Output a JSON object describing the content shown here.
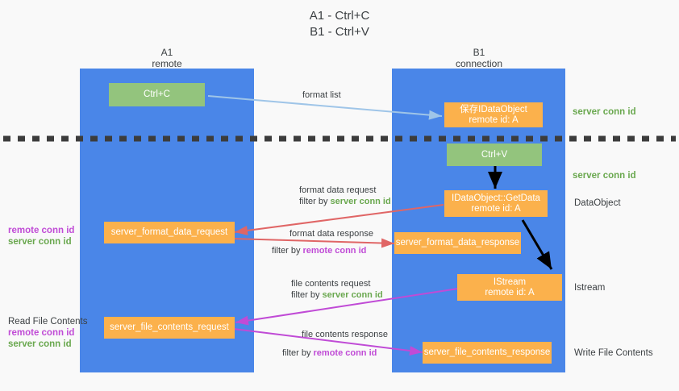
{
  "title": {
    "line1": "A1 - Ctrl+C",
    "line2": "B1 - Ctrl+V"
  },
  "columns": [
    {
      "name": "A1",
      "sub": "remote"
    },
    {
      "name": "B1",
      "sub": "connection"
    }
  ],
  "boxes": {
    "ctrl_c": {
      "label": "Ctrl+C",
      "color": "#93c47d"
    },
    "ctrl_v": {
      "label": "Ctrl+V",
      "color": "#93c47d"
    },
    "save_idataobject": {
      "line1": "保存IDataObject",
      "line2": "remote id: A",
      "color": "#fbb14c"
    },
    "getdata": {
      "line1": "IDataObject::GetData",
      "line2": "remote id: A",
      "color": "#fbb14c"
    },
    "istream": {
      "line1": "IStream",
      "line2": "remote id: A",
      "color": "#fbb14c"
    },
    "server_format_data_request": {
      "label": "server_format_data_request",
      "color": "#fbb14c"
    },
    "server_format_data_response": {
      "label": "server_format_data_response",
      "color": "#fbb14c"
    },
    "server_file_contents_request": {
      "label": "server_file_contents_request",
      "color": "#fbb14c"
    },
    "server_file_contents_response": {
      "label": "server_file_contents_response",
      "color": "#fbb14c"
    }
  },
  "edges": {
    "format_list": {
      "label": "format list"
    },
    "format_data_request": {
      "l1": "format data request",
      "l2_pre": "filter by ",
      "l2_key": "server conn id"
    },
    "format_data_response": {
      "l1": "format data response",
      "l2_pre": "filter by ",
      "l2_key": "remote conn id"
    },
    "file_contents_request": {
      "l1": "file contents request",
      "l2_pre": "filter by ",
      "l2_key": "server conn id"
    },
    "file_contents_response": {
      "l1": "file contents response",
      "l2_pre": "filter by ",
      "l2_key": "remote conn id"
    }
  },
  "annotations": {
    "left_mid": {
      "remote": "remote conn id",
      "server": "server conn id"
    },
    "left_low_title": "Read File Contents",
    "left_low": {
      "remote": "remote conn id",
      "server": "server conn id"
    },
    "right_top_server": "server conn id",
    "right_mid_server": "server conn id",
    "right_dataobject": "DataObject",
    "right_istream": "Istream",
    "right_write_file": "Write File Contents"
  },
  "colors": {
    "lane": "#4a86e8",
    "green_key": "#6aa84f",
    "purple_key": "#c04bd6",
    "arrow_blue": "#9fc5e8",
    "arrow_red": "#e06666",
    "arrow_magenta": "#c04bd6",
    "arrow_black": "#000000",
    "divider": "#3c3c3c"
  }
}
